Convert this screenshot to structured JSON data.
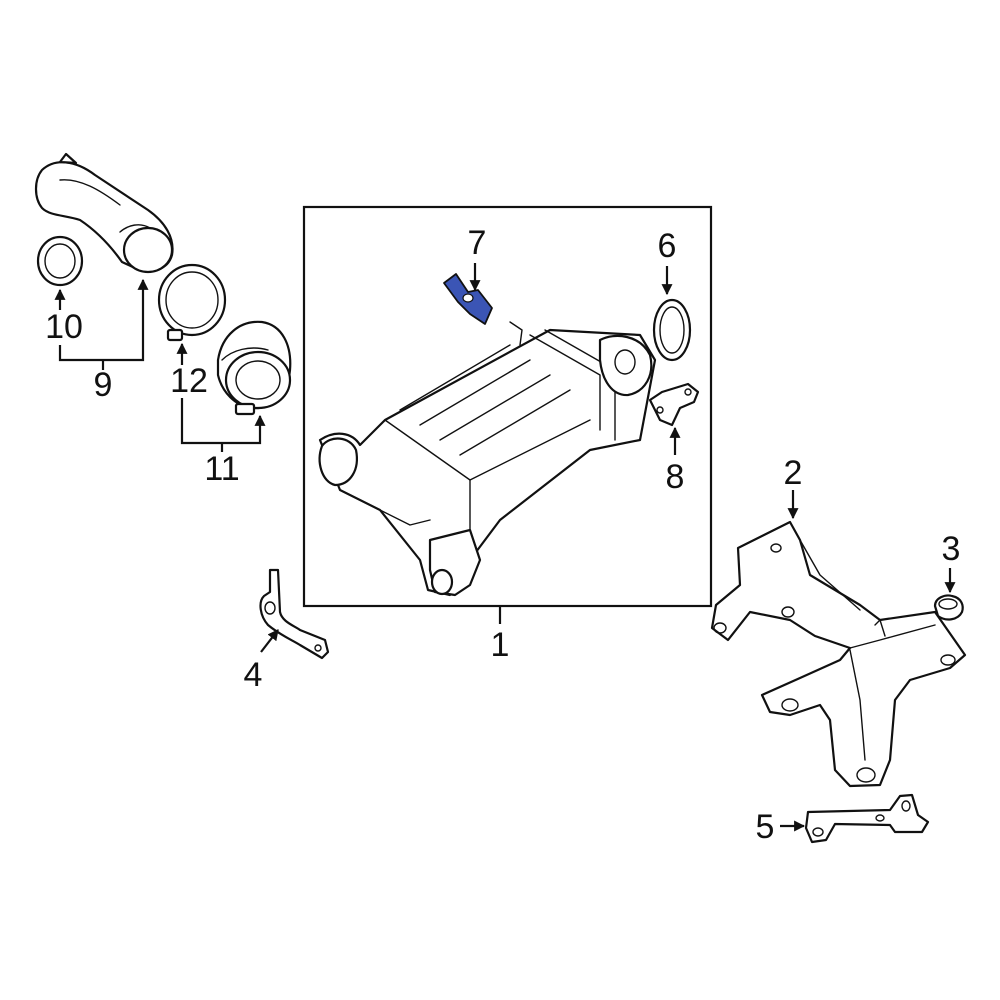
{
  "callouts": {
    "c1": "1",
    "c2": "2",
    "c3": "3",
    "c4": "4",
    "c5": "5",
    "c6": "6",
    "c7": "7",
    "c8": "8",
    "c9": "9",
    "c10": "10",
    "c11": "11",
    "c12": "12"
  },
  "highlight_color": "#3b55b5",
  "line_color": "#111111"
}
